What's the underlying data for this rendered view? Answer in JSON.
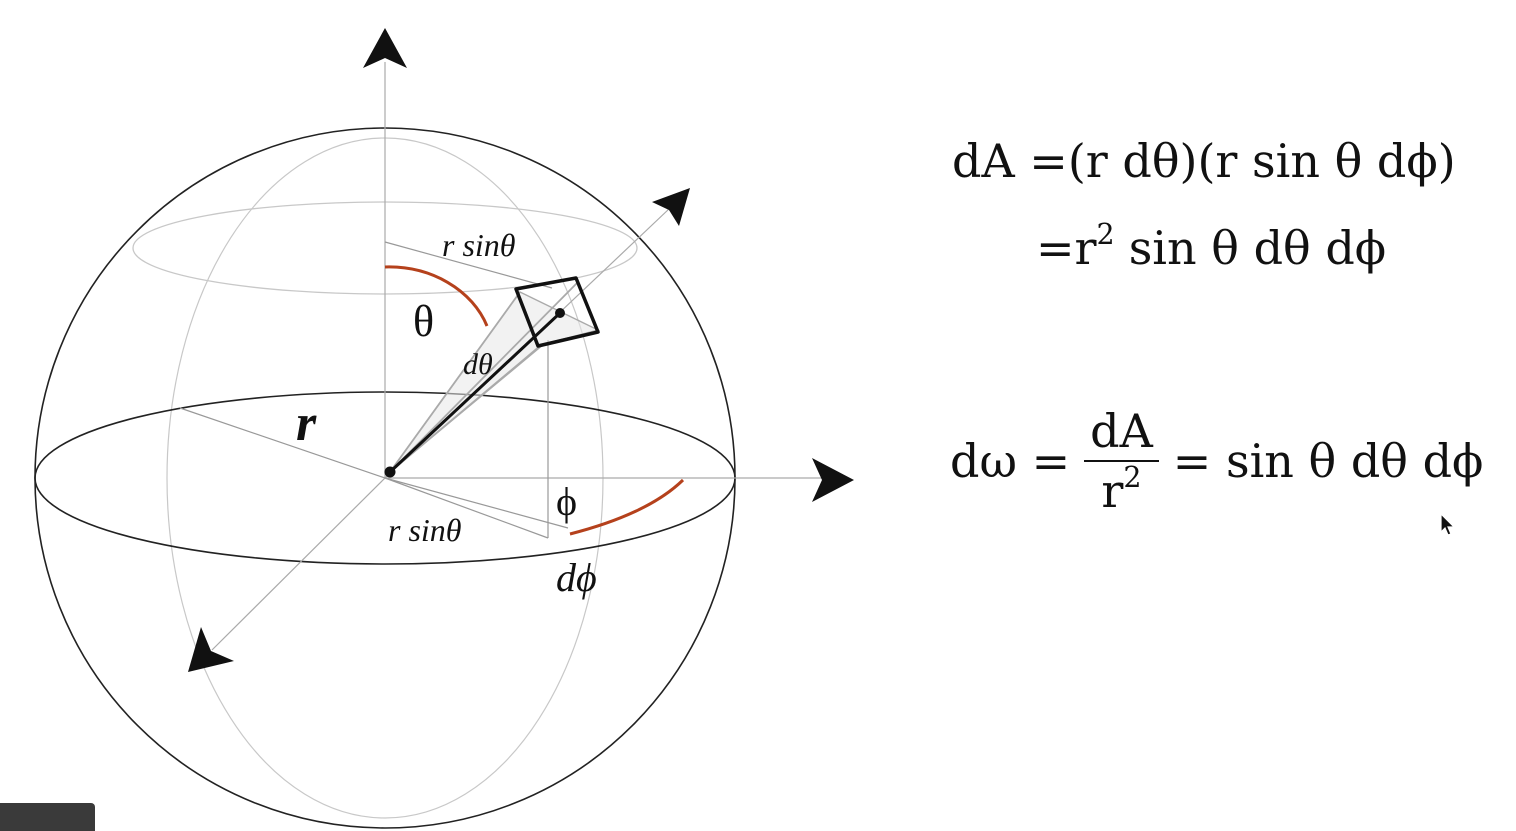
{
  "diagram": {
    "labels": {
      "r": "r",
      "theta": "θ",
      "d_theta": "dθ",
      "phi": "ϕ",
      "d_phi": "dϕ",
      "r_sin_theta_top": "r sinθ",
      "r_sin_theta_bottom": "r sinθ"
    }
  },
  "equations": {
    "dA_lhs": "dA =",
    "dA_rhs_line1": "(r dθ)(r sin θ dϕ)",
    "dA_rhs_line2_prefix": "=r",
    "dA_rhs_line2_exp": "2",
    "dA_rhs_line2_suffix": "sin θ dθ dϕ",
    "domega_lhs": "dω =",
    "domega_num": "dA",
    "domega_den": "r",
    "domega_den_exp": "2",
    "domega_rhs": "= sin θ dθ dϕ"
  },
  "colors": {
    "arc": "#b5411c",
    "ink": "#111111",
    "grid": "#bdbdbd"
  }
}
